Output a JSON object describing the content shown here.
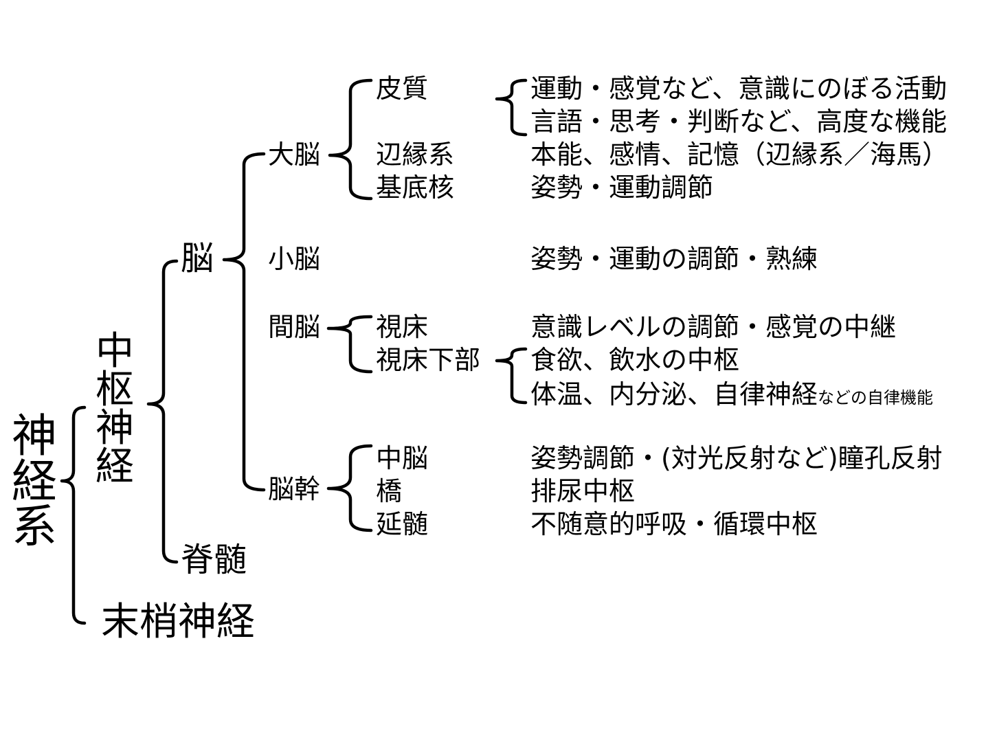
{
  "root": [
    "神",
    "経",
    "系"
  ],
  "cns": [
    "中",
    "枢",
    "神",
    "経"
  ],
  "pns": "末梢神経",
  "brain": "脳",
  "spinal_cord": "脊髄",
  "regions": {
    "cerebrum": "大脳",
    "cerebellum": "小脳",
    "diencephalon": "間脳",
    "brainstem": "脳幹"
  },
  "cerebrum_parts": {
    "cortex": "皮質",
    "limbic": "辺縁系",
    "basal_ganglia": "基底核"
  },
  "diencephalon_parts": {
    "thalamus": "視床",
    "hypothalamus": "視床下部"
  },
  "brainstem_parts": {
    "midbrain": "中脳",
    "pons": "橋",
    "medulla": "延髄"
  },
  "functions": {
    "cortex_1": "運動・感覚など、意識にのぼる活動",
    "cortex_2": "言語・思考・判断など、高度な機能",
    "limbic": "本能、感情、記憶（辺縁系／海馬）",
    "basal_ganglia": "姿勢・運動調節",
    "cerebellum": "姿勢・運動の調節・熟練",
    "thalamus": "意識レベルの調節・感覚の中継",
    "hypothalamus_1": "食欲、飲水の中枢",
    "hypothalamus_2_main": "体温、内分泌、自律神経",
    "hypothalamus_2_small": "などの自律機能",
    "midbrain": "姿勢調節・(対光反射など)瞳孔反射",
    "pons": "排尿中枢",
    "medulla": "不随意的呼吸・循環中枢"
  }
}
